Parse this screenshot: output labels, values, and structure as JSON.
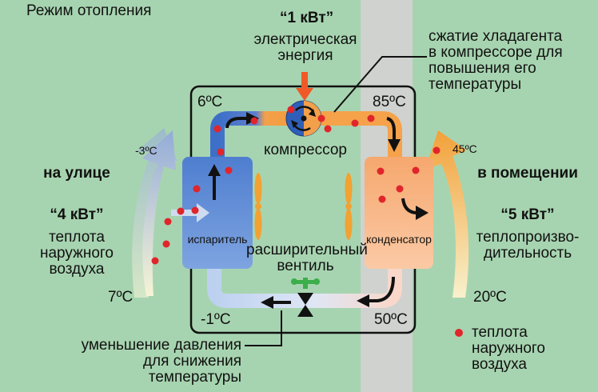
{
  "mode_title": "Режим отопления",
  "electric": {
    "value": "“1 кВт”",
    "label": "электрическая\nэнергия"
  },
  "compression_note": "сжатие хладагента\nв компрессоре для\nповышения его\nтемпературы",
  "compressor_label": "компрессор",
  "evaporator_label": "испаритель",
  "condenser_label": "конденсатор",
  "valve_label": "расширительный\nвентиль",
  "temps": {
    "top_left": "6ºC",
    "top_right": "85ºC",
    "bottom_left": "-1ºC",
    "bottom_right": "50ºC",
    "outdoor_in": "7ºC",
    "outdoor_out": "-3ºC",
    "indoor_in": "20ºC",
    "indoor_out": "45ºC"
  },
  "outside": {
    "heading": "на улице",
    "value": "“4 кВт”",
    "desc": "теплота\nнаружного\nвоздуха"
  },
  "inside": {
    "heading": "в помещении",
    "value": "“5 кВт”",
    "desc": "теплопроизво-\nдительность"
  },
  "pressure_note": "уменьшение давления\nдля снижения температуры",
  "legend": {
    "label": "теплота\nнаружного\nвоздуха",
    "dot_color": "#e0252b"
  },
  "colors": {
    "background": "#a7d4b0",
    "wall": "#cfd2cf",
    "cold": "#4a78c8",
    "warm": "#f39a3c",
    "condenser": "#f8b98a",
    "electric_arrow": "#f05a28"
  }
}
